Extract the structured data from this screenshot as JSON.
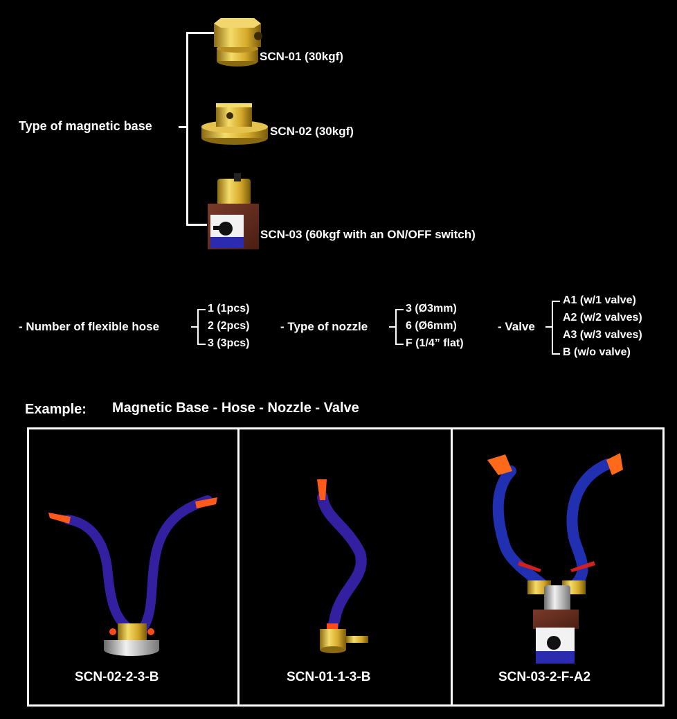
{
  "base_types": {
    "label": "Type of magnetic base",
    "items": [
      {
        "code": "SCN-01 (30kgf)"
      },
      {
        "code": "SCN-02 (30kgf)"
      },
      {
        "code": "SCN-03 (60kgf with an ON/OFF switch)"
      }
    ]
  },
  "options": {
    "hose": {
      "label": "- Number of flexible hose",
      "items": [
        "1 (1pcs)",
        "2 (2pcs)",
        "3 (3pcs)"
      ]
    },
    "nozzle": {
      "label": "- Type of nozzle",
      "items": [
        "3 (Ø3mm)",
        "6 (Ø6mm)",
        "F (1/4” flat)"
      ]
    },
    "valve": {
      "label": "- Valve",
      "items": [
        "A1 (w/1 valve)",
        "A2 (w/2 valves)",
        "A3 (w/3 valves)",
        "B (w/o valve)"
      ]
    }
  },
  "example": {
    "label": "Example:",
    "formula": "Magnetic Base - Hose - Nozzle - Valve",
    "panels": [
      {
        "code": "SCN-02-2-3-B"
      },
      {
        "code": "SCN-01-1-3-B"
      },
      {
        "code": "SCN-03-2-F-A2"
      }
    ]
  },
  "colors": {
    "background": "#000000",
    "text": "#ffffff",
    "brass": "#d9b23a",
    "hose": "#3a2cb0",
    "nozzle": "#ff5a1a"
  }
}
